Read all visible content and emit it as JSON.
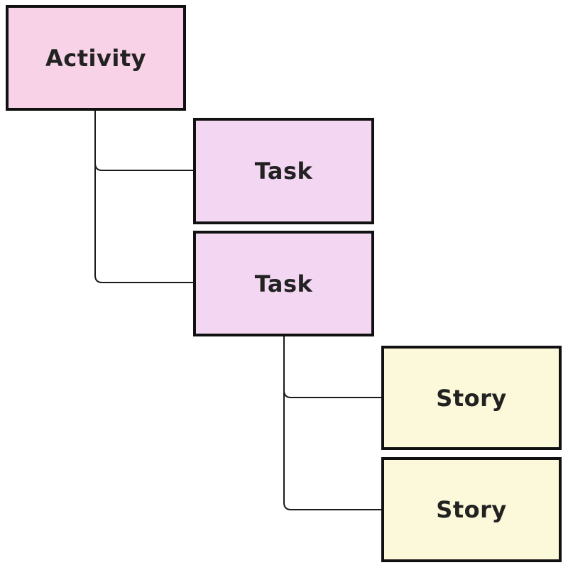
{
  "diagram": {
    "type": "flowchart-hierarchy",
    "background_color": "#ffffff",
    "edge_color": "#1a1a1a",
    "node_border_color": "#111111",
    "node_text_color": "#222222",
    "nodes": [
      {
        "id": "activity",
        "label": "Activity",
        "fill": "#f8d3e8"
      },
      {
        "id": "task-1",
        "label": "Task",
        "fill": "#f3d6f2"
      },
      {
        "id": "task-2",
        "label": "Task",
        "fill": "#f3d6f2"
      },
      {
        "id": "story-1",
        "label": "Story",
        "fill": "#fbf9da"
      },
      {
        "id": "story-2",
        "label": "Story",
        "fill": "#fbf9da"
      }
    ],
    "edges": [
      {
        "from": "activity",
        "to": "task-1"
      },
      {
        "from": "activity",
        "to": "task-2"
      },
      {
        "from": "task-2",
        "to": "story-1"
      },
      {
        "from": "task-2",
        "to": "story-2"
      }
    ]
  }
}
